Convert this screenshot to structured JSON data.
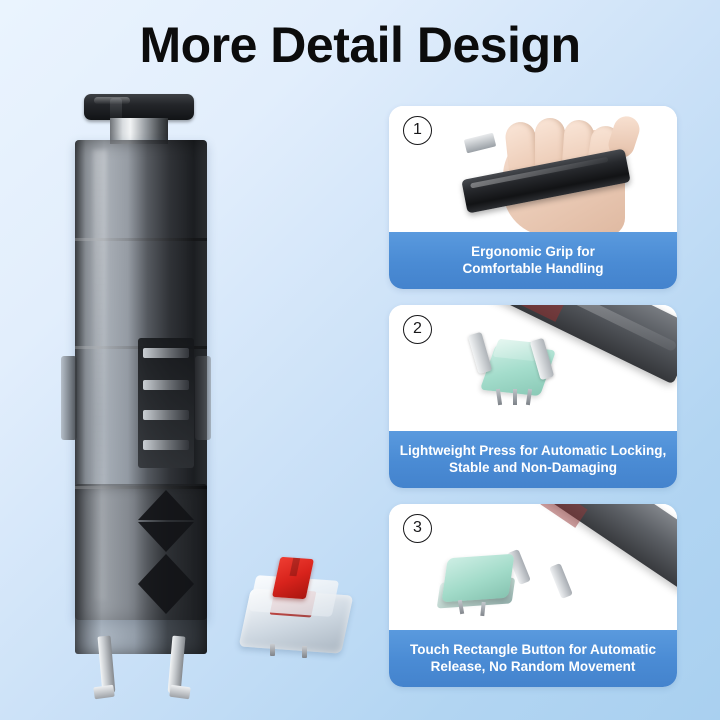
{
  "page": {
    "title": "More Detail Design",
    "background_top": "#eaf4fe",
    "background_bottom": "#a9d0f0",
    "accent_blue": "#4a8bd4"
  },
  "hero": {
    "product_name": "keycap-switch-puller-tool",
    "accessory_name": "red-mechanical-switch",
    "switch_color": "#d8231c"
  },
  "cards": [
    {
      "badge": "1",
      "photo_name": "hand-holding-switch-puller-photo",
      "caption_line1": "Ergonomic Grip for",
      "caption_line2": "Comfortable Handling"
    },
    {
      "badge": "2",
      "photo_name": "tool-gripping-green-switch-render",
      "caption_line1": "Lightweight Press for Automatic Locking,",
      "caption_line2": "Stable and Non-Damaging"
    },
    {
      "badge": "3",
      "photo_name": "released-green-switch-render",
      "caption_line1": "Touch Rectangle Button for Automatic",
      "caption_line2": "Release, No Random Movement"
    }
  ]
}
